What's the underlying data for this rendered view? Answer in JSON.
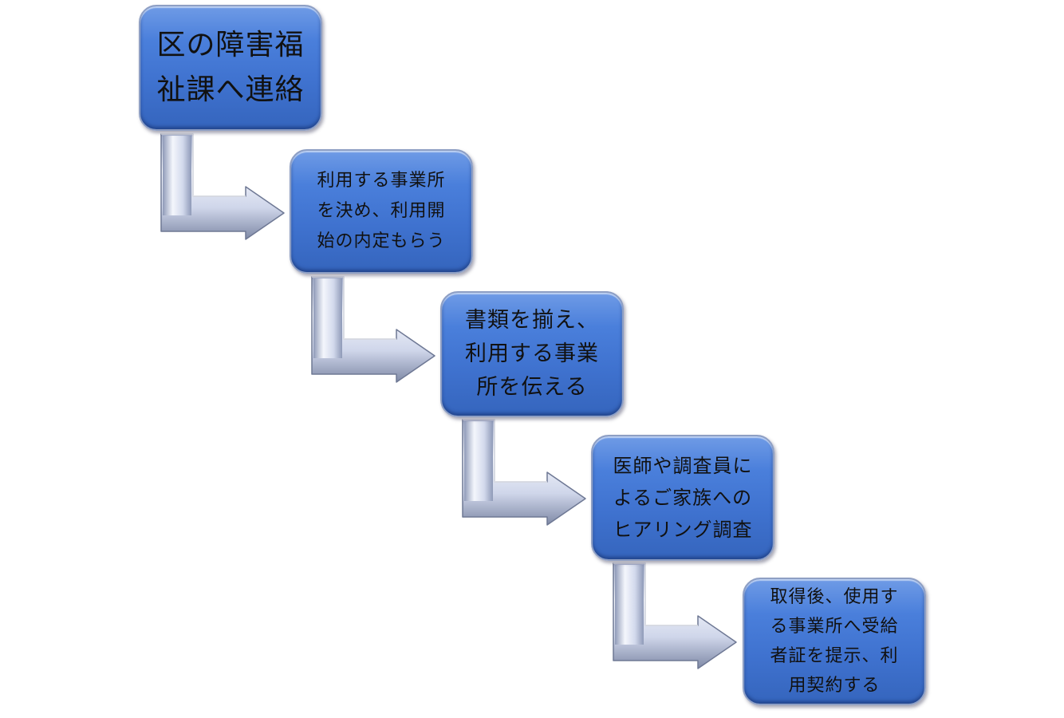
{
  "steps": [
    {
      "label": "区の障害福\n祉課へ連絡"
    },
    {
      "label": "利用する事業所\nを決め、利用開\n始の内定もらう"
    },
    {
      "label": "書類を揃え、\n利用する事業\n所を伝える"
    },
    {
      "label": "医師や調査員に\nよるご家族への\nヒアリング調査"
    },
    {
      "label": "取得後、使用す\nる事業所へ受給\n者証を提示、利\n用契約する"
    }
  ],
  "colors": {
    "box_fill": "#4a7fdb",
    "box_border": "#8e9fc4",
    "arrow_fill": "#d0d8ee",
    "text": "#111111"
  }
}
